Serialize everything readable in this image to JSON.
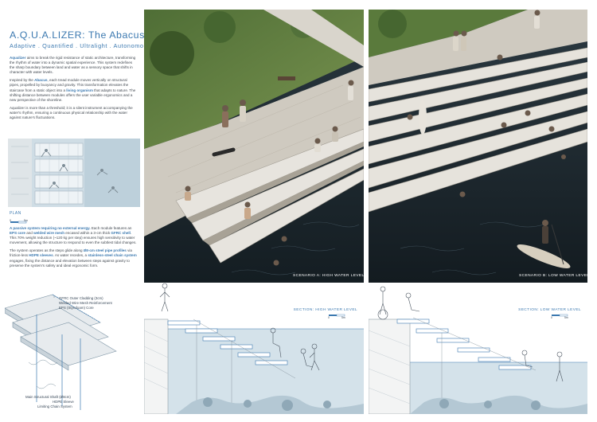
{
  "header": {
    "title": "A.Q.U.A.LIZER: The Abacus Stairs",
    "subtitle": "Adaptive . Quantified . Ultralight . Autonomous"
  },
  "intro": {
    "p1_lead": "Aqualizer",
    "p1_rest": " aims to break the rigid resistance of static architecture, transforming the rhythm of water into a dynamic spatial experience. This system redefines the sharp boundary between land and water as a sensory space that shifts in character with water levels.",
    "p2_a": "Inspired by the ",
    "p2_b": "Abacus",
    "p2_c": ", each tread module moves vertically on structural pipes, propelled by buoyancy and gravity. This transformation elevates the staircase from a static object into a ",
    "p2_d": "living organism",
    "p2_e": " that adapts to nature. The shifting distance between modules offers the user variable ergonomics and a new perspective of the shoreline.",
    "p3": "Aqualizer is more than a threshold; it is a silent instrument accompanying the water's rhythm, ensuring a continuous physical relationship with the water against nature's fluctuations."
  },
  "plan": {
    "label": "PLAN",
    "scale_0": "0",
    "scale_1": "5m"
  },
  "tech": {
    "p1_a": "A passive system requiring no external energy.",
    "p1_b": " Each module features an ",
    "p1_c": "EPS core",
    "p1_d": " and ",
    "p1_e": "welded wire mesh",
    "p1_f": " encased within a 3-cm thick ",
    "p1_g": "GFRC shell",
    "p1_h": ". This 70% weight reduction (~120 kg per step) ensures high sensitivity to water movement, allowing the structure to respond to even the subtlest tidal changes.",
    "p2_a": "The system operates as the steps glide along ",
    "p2_b": "Ø8-cm steel pipe profiles",
    "p2_c": " via friction-less ",
    "p2_d": "HDPE sleeves",
    "p2_e": ". As water recedes, a ",
    "p2_f": "stainless-steel chain system",
    "p2_g": " engages, fixing the distance and elevation between steps against gravity to preserve the system's safety and ideal ergonomic form."
  },
  "detail_labels": {
    "gfrc": "GFRC Outer Cladding (3cm)",
    "mesh": "Welded Wire Mesh Reinforcement",
    "eps": "EPS (Styrofoam) Core",
    "shaft": "Main Structural Shaft (Ø8cm)",
    "hdpe": "HDPE Sleeve",
    "chain": "Limiting  Chain System"
  },
  "renders": {
    "a_caption": "SCENARIO A: HIGH WATER LEVEL",
    "b_caption": "SCENARIO B: LOW WATER LEVEL"
  },
  "sections": {
    "a_title": "SECTION: HIGH WATER LEVEL",
    "b_title": "SECTION: LOW WATER LEVEL",
    "scale_0": "0",
    "scale_1": "5m"
  },
  "colors": {
    "accent": "#3c79b0",
    "water_dark": "#1d2a33",
    "water_section": "#d4e2ea",
    "concrete": "#d8d4cc",
    "grass": "#5c7a3c"
  }
}
